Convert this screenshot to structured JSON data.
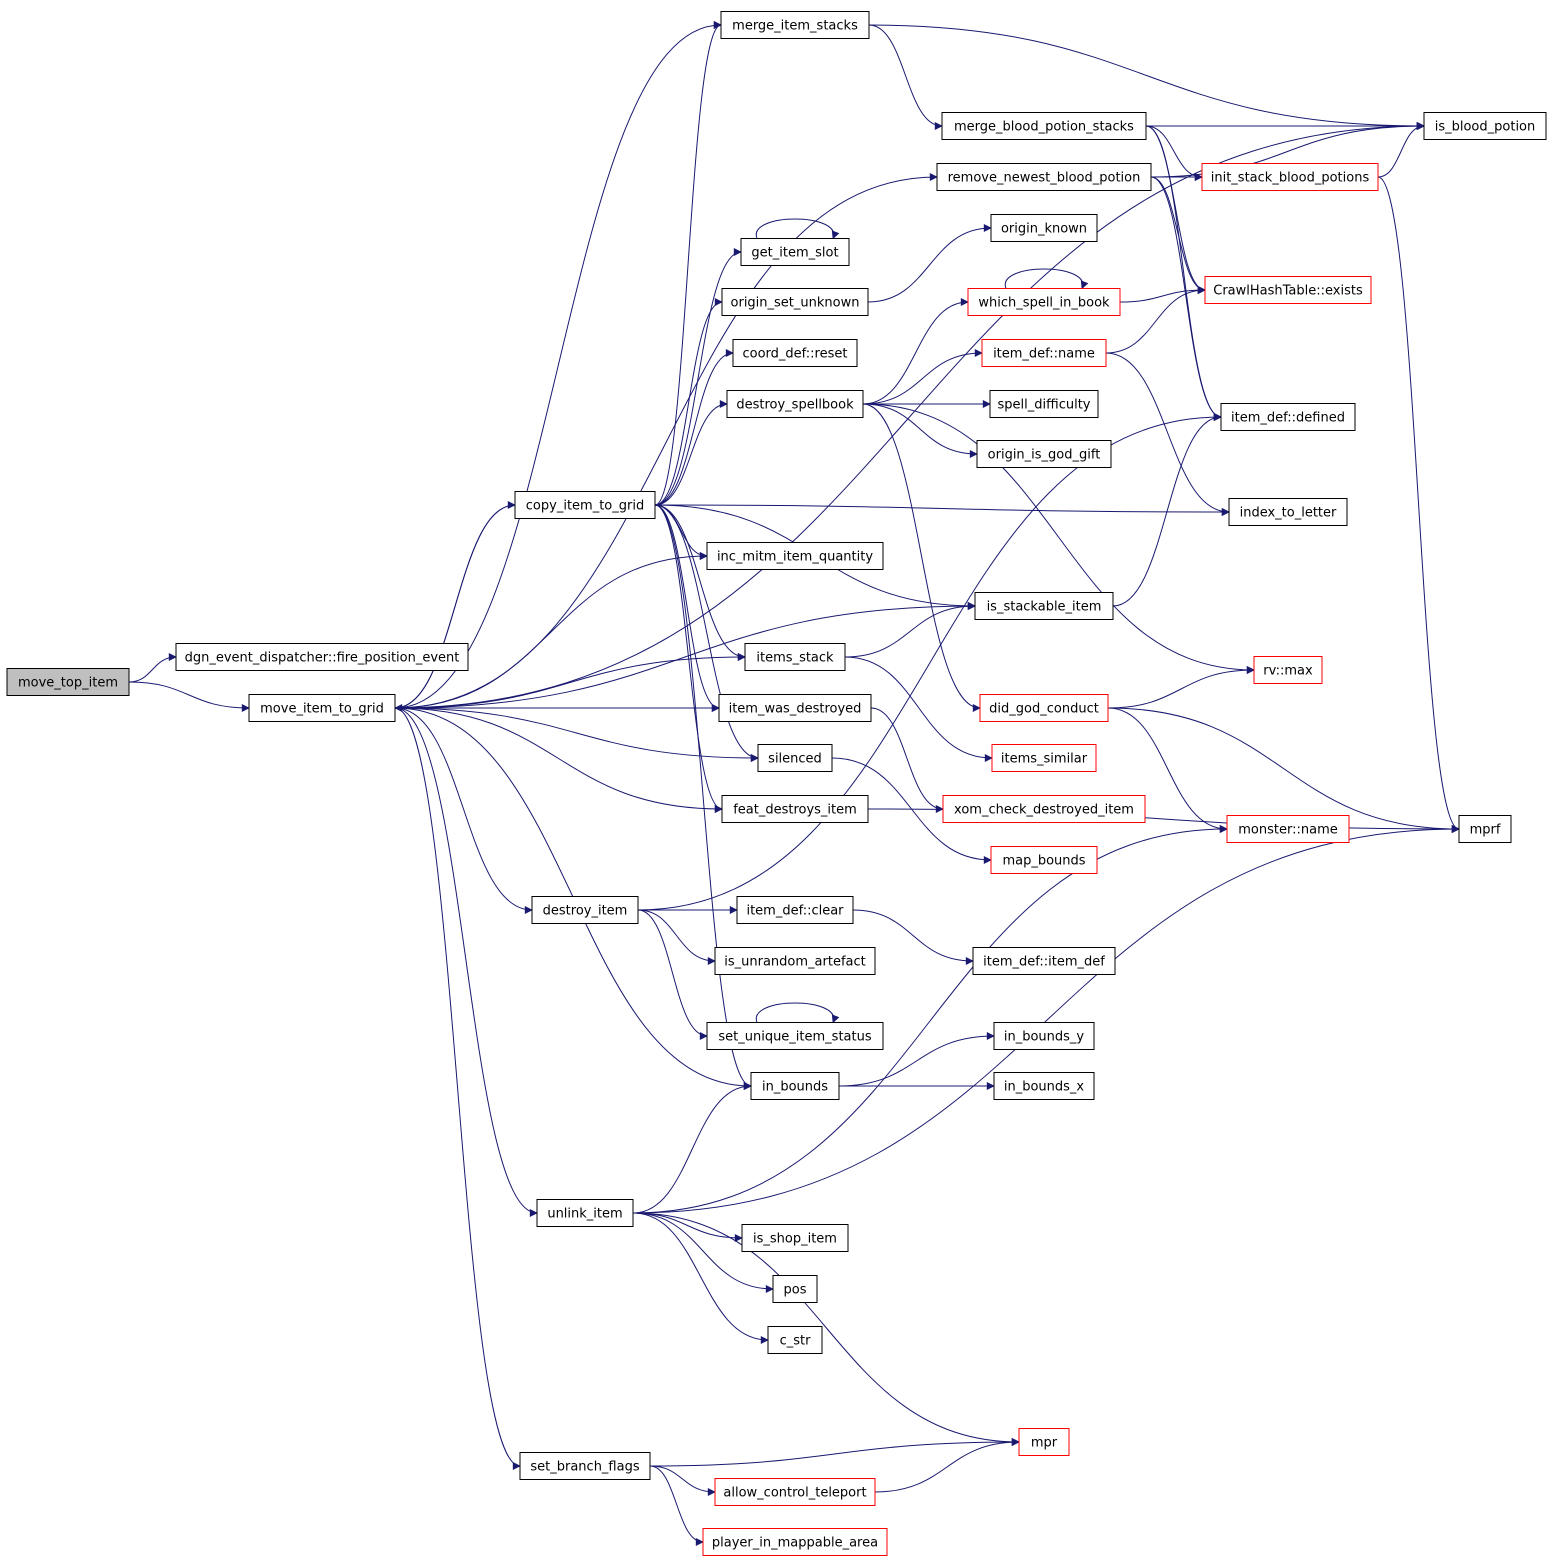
{
  "diagram": {
    "kind": "call-graph",
    "colors": {
      "edge": "#191970",
      "node_border_normal": "#000000",
      "node_border_truncated": "#ff0000",
      "root_fill": "#bfbfbf",
      "node_fill": "#ffffff"
    },
    "nodes": [
      {
        "id": "move_top_item",
        "label": "move_top_item",
        "style": "root"
      },
      {
        "id": "fire_position_event",
        "label": "dgn_event_dispatcher::fire_position_event",
        "style": "normal"
      },
      {
        "id": "move_item_to_grid",
        "label": "move_item_to_grid",
        "style": "normal"
      },
      {
        "id": "copy_item_to_grid",
        "label": "copy_item_to_grid",
        "style": "normal"
      },
      {
        "id": "destroy_item",
        "label": "destroy_item",
        "style": "normal"
      },
      {
        "id": "unlink_item",
        "label": "unlink_item",
        "style": "normal"
      },
      {
        "id": "set_branch_flags",
        "label": "set_branch_flags",
        "style": "normal"
      },
      {
        "id": "merge_item_stacks",
        "label": "merge_item_stacks",
        "style": "normal"
      },
      {
        "id": "get_item_slot",
        "label": "get_item_slot",
        "style": "normal"
      },
      {
        "id": "origin_set_unknown",
        "label": "origin_set_unknown",
        "style": "normal"
      },
      {
        "id": "coord_def_reset",
        "label": "coord_def::reset",
        "style": "normal"
      },
      {
        "id": "destroy_spellbook",
        "label": "destroy_spellbook",
        "style": "normal"
      },
      {
        "id": "inc_mitm_item_quantity",
        "label": "inc_mitm_item_quantity",
        "style": "normal"
      },
      {
        "id": "items_stack",
        "label": "items_stack",
        "style": "normal"
      },
      {
        "id": "item_was_destroyed",
        "label": "item_was_destroyed",
        "style": "normal"
      },
      {
        "id": "silenced",
        "label": "silenced",
        "style": "normal"
      },
      {
        "id": "feat_destroys_item",
        "label": "feat_destroys_item",
        "style": "normal"
      },
      {
        "id": "item_def_clear",
        "label": "item_def::clear",
        "style": "normal"
      },
      {
        "id": "is_unrandom_artefact",
        "label": "is_unrandom_artefact",
        "style": "normal"
      },
      {
        "id": "set_unique_item_status",
        "label": "set_unique_item_status",
        "style": "normal"
      },
      {
        "id": "in_bounds",
        "label": "in_bounds",
        "style": "normal"
      },
      {
        "id": "is_shop_item",
        "label": "is_shop_item",
        "style": "normal"
      },
      {
        "id": "pos",
        "label": "pos",
        "style": "normal"
      },
      {
        "id": "c_str",
        "label": "c_str",
        "style": "normal"
      },
      {
        "id": "allow_control_teleport",
        "label": "allow_control_teleport",
        "style": "truncated"
      },
      {
        "id": "player_in_mappable_area",
        "label": "player_in_mappable_area",
        "style": "truncated"
      },
      {
        "id": "merge_blood_potion_stacks",
        "label": "merge_blood_potion_stacks",
        "style": "normal"
      },
      {
        "id": "remove_newest_blood_potion",
        "label": "remove_newest_blood_potion",
        "style": "normal"
      },
      {
        "id": "origin_known",
        "label": "origin_known",
        "style": "normal"
      },
      {
        "id": "which_spell_in_book",
        "label": "which_spell_in_book",
        "style": "truncated"
      },
      {
        "id": "item_def_name",
        "label": "item_def::name",
        "style": "truncated"
      },
      {
        "id": "spell_difficulty",
        "label": "spell_difficulty",
        "style": "normal"
      },
      {
        "id": "origin_is_god_gift",
        "label": "origin_is_god_gift",
        "style": "normal"
      },
      {
        "id": "is_stackable_item",
        "label": "is_stackable_item",
        "style": "normal"
      },
      {
        "id": "did_god_conduct",
        "label": "did_god_conduct",
        "style": "truncated"
      },
      {
        "id": "items_similar",
        "label": "items_similar",
        "style": "truncated"
      },
      {
        "id": "xom_check_destroyed_item",
        "label": "xom_check_destroyed_item",
        "style": "truncated"
      },
      {
        "id": "map_bounds",
        "label": "map_bounds",
        "style": "truncated"
      },
      {
        "id": "item_def_item_def",
        "label": "item_def::item_def",
        "style": "normal"
      },
      {
        "id": "in_bounds_y",
        "label": "in_bounds_y",
        "style": "normal"
      },
      {
        "id": "in_bounds_x",
        "label": "in_bounds_x",
        "style": "normal"
      },
      {
        "id": "mpr",
        "label": "mpr",
        "style": "truncated"
      },
      {
        "id": "is_blood_potion",
        "label": "is_blood_potion",
        "style": "normal"
      },
      {
        "id": "init_stack_blood_potions",
        "label": "init_stack_blood_potions",
        "style": "truncated"
      },
      {
        "id": "crawl_hash_exists",
        "label": "CrawlHashTable::exists",
        "style": "truncated"
      },
      {
        "id": "item_def_defined",
        "label": "item_def::defined",
        "style": "normal"
      },
      {
        "id": "index_to_letter",
        "label": "index_to_letter",
        "style": "normal"
      },
      {
        "id": "rv_max",
        "label": "rv::max",
        "style": "truncated"
      },
      {
        "id": "monster_name",
        "label": "monster::name",
        "style": "truncated"
      },
      {
        "id": "mprf",
        "label": "mprf",
        "style": "normal"
      }
    ],
    "edges": [
      [
        "move_top_item",
        "fire_position_event"
      ],
      [
        "move_top_item",
        "move_item_to_grid"
      ],
      [
        "move_item_to_grid",
        "copy_item_to_grid"
      ],
      [
        "move_item_to_grid",
        "destroy_item"
      ],
      [
        "move_item_to_grid",
        "unlink_item"
      ],
      [
        "move_item_to_grid",
        "set_branch_flags"
      ],
      [
        "move_item_to_grid",
        "merge_item_stacks"
      ],
      [
        "move_item_to_grid",
        "inc_mitm_item_quantity"
      ],
      [
        "move_item_to_grid",
        "items_stack"
      ],
      [
        "move_item_to_grid",
        "item_was_destroyed"
      ],
      [
        "move_item_to_grid",
        "silenced"
      ],
      [
        "move_item_to_grid",
        "feat_destroys_item"
      ],
      [
        "move_item_to_grid",
        "in_bounds"
      ],
      [
        "move_item_to_grid",
        "is_stackable_item"
      ],
      [
        "move_item_to_grid",
        "is_blood_potion"
      ],
      [
        "move_item_to_grid",
        "remove_newest_blood_potion"
      ],
      [
        "copy_item_to_grid",
        "move_item_to_grid"
      ],
      [
        "copy_item_to_grid",
        "merge_item_stacks"
      ],
      [
        "copy_item_to_grid",
        "get_item_slot"
      ],
      [
        "copy_item_to_grid",
        "origin_set_unknown"
      ],
      [
        "copy_item_to_grid",
        "coord_def_reset"
      ],
      [
        "copy_item_to_grid",
        "destroy_spellbook"
      ],
      [
        "copy_item_to_grid",
        "inc_mitm_item_quantity"
      ],
      [
        "copy_item_to_grid",
        "items_stack"
      ],
      [
        "copy_item_to_grid",
        "item_was_destroyed"
      ],
      [
        "copy_item_to_grid",
        "silenced"
      ],
      [
        "copy_item_to_grid",
        "feat_destroys_item"
      ],
      [
        "copy_item_to_grid",
        "in_bounds"
      ],
      [
        "copy_item_to_grid",
        "is_stackable_item"
      ],
      [
        "copy_item_to_grid",
        "index_to_letter"
      ],
      [
        "destroy_item",
        "item_def_clear"
      ],
      [
        "destroy_item",
        "is_unrandom_artefact"
      ],
      [
        "destroy_item",
        "set_unique_item_status"
      ],
      [
        "destroy_item",
        "item_def_defined"
      ],
      [
        "unlink_item",
        "in_bounds"
      ],
      [
        "unlink_item",
        "is_shop_item"
      ],
      [
        "unlink_item",
        "pos"
      ],
      [
        "unlink_item",
        "c_str"
      ],
      [
        "unlink_item",
        "mpr"
      ],
      [
        "unlink_item",
        "monster_name"
      ],
      [
        "unlink_item",
        "mprf"
      ],
      [
        "set_branch_flags",
        "mpr"
      ],
      [
        "set_branch_flags",
        "allow_control_teleport"
      ],
      [
        "set_branch_flags",
        "player_in_mappable_area"
      ],
      [
        "allow_control_teleport",
        "mpr"
      ],
      [
        "merge_item_stacks",
        "is_blood_potion"
      ],
      [
        "merge_item_stacks",
        "merge_blood_potion_stacks"
      ],
      [
        "merge_blood_potion_stacks",
        "is_blood_potion"
      ],
      [
        "merge_blood_potion_stacks",
        "init_stack_blood_potions"
      ],
      [
        "merge_blood_potion_stacks",
        "crawl_hash_exists"
      ],
      [
        "merge_blood_potion_stacks",
        "item_def_defined"
      ],
      [
        "remove_newest_blood_potion",
        "is_blood_potion"
      ],
      [
        "remove_newest_blood_potion",
        "init_stack_blood_potions"
      ],
      [
        "remove_newest_blood_potion",
        "crawl_hash_exists"
      ],
      [
        "remove_newest_blood_potion",
        "item_def_defined"
      ],
      [
        "init_stack_blood_potions",
        "is_blood_potion"
      ],
      [
        "init_stack_blood_potions",
        "mprf"
      ],
      [
        "get_item_slot",
        "get_item_slot"
      ],
      [
        "origin_set_unknown",
        "origin_known"
      ],
      [
        "destroy_spellbook",
        "which_spell_in_book"
      ],
      [
        "destroy_spellbook",
        "item_def_name"
      ],
      [
        "destroy_spellbook",
        "spell_difficulty"
      ],
      [
        "destroy_spellbook",
        "origin_is_god_gift"
      ],
      [
        "destroy_spellbook",
        "did_god_conduct"
      ],
      [
        "destroy_spellbook",
        "rv_max"
      ],
      [
        "which_spell_in_book",
        "which_spell_in_book"
      ],
      [
        "which_spell_in_book",
        "crawl_hash_exists"
      ],
      [
        "item_def_name",
        "crawl_hash_exists"
      ],
      [
        "item_def_name",
        "index_to_letter"
      ],
      [
        "items_stack",
        "is_stackable_item"
      ],
      [
        "items_stack",
        "items_similar"
      ],
      [
        "is_stackable_item",
        "item_def_defined"
      ],
      [
        "item_was_destroyed",
        "xom_check_destroyed_item"
      ],
      [
        "silenced",
        "map_bounds"
      ],
      [
        "feat_destroys_item",
        "mprf"
      ],
      [
        "did_god_conduct",
        "rv_max"
      ],
      [
        "did_god_conduct",
        "monster_name"
      ],
      [
        "did_god_conduct",
        "mprf"
      ],
      [
        "item_def_clear",
        "item_def_item_def"
      ],
      [
        "set_unique_item_status",
        "set_unique_item_status"
      ],
      [
        "in_bounds",
        "in_bounds_y"
      ],
      [
        "in_bounds",
        "in_bounds_x"
      ]
    ]
  }
}
